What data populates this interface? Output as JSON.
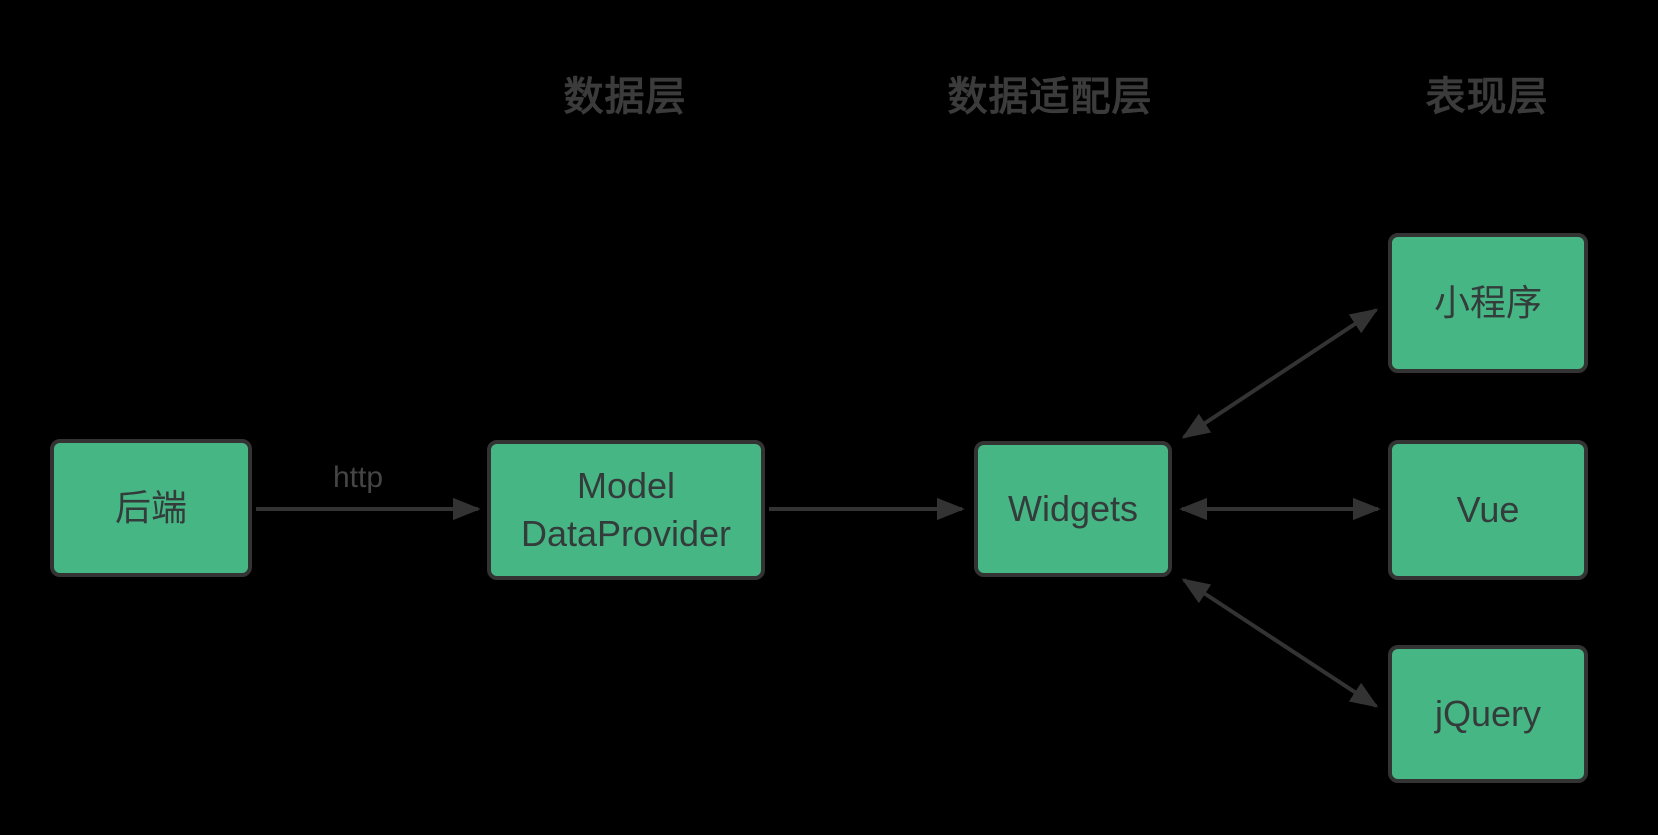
{
  "diagram": {
    "background_color": "#000000",
    "node_fill_color": "#46b784",
    "stroke_color": "#333333",
    "headers": [
      {
        "label": "数据层"
      },
      {
        "label": "数据适配层"
      },
      {
        "label": "表现层"
      }
    ],
    "nodes": {
      "backend": {
        "label": "后端"
      },
      "model": {
        "label": "Model\nDataProvider"
      },
      "widgets": {
        "label": "Widgets"
      },
      "miniprogram": {
        "label": "小程序"
      },
      "vue": {
        "label": "Vue"
      },
      "jquery": {
        "label": "jQuery"
      }
    },
    "edges": [
      {
        "from": "backend",
        "to": "model",
        "label": "http",
        "direction": "one-way"
      },
      {
        "from": "model",
        "to": "widgets",
        "label": "",
        "direction": "one-way"
      },
      {
        "from": "widgets",
        "to": "miniprogram",
        "label": "",
        "direction": "two-way"
      },
      {
        "from": "widgets",
        "to": "vue",
        "label": "",
        "direction": "two-way"
      },
      {
        "from": "widgets",
        "to": "jquery",
        "label": "",
        "direction": "two-way"
      }
    ]
  }
}
